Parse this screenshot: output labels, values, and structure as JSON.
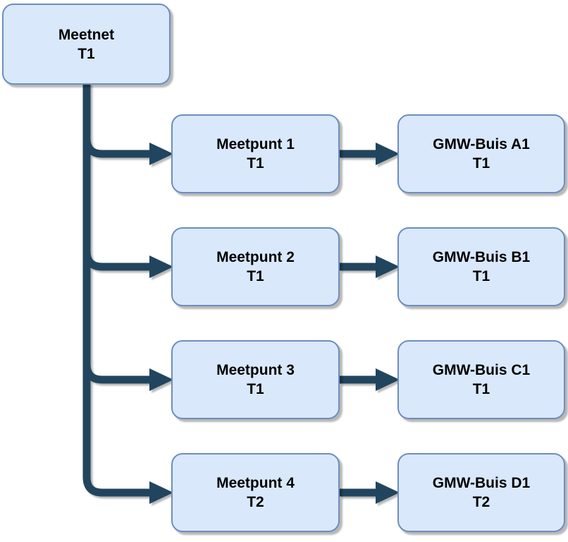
{
  "diagram": {
    "type": "tree-flowchart",
    "background": "#ffffff",
    "colors": {
      "node_fill": "#dae8fc",
      "node_border": "#6c8ebf",
      "connector": "#21455e",
      "text": "#000000"
    },
    "root": {
      "title": "Meetnet",
      "subtitle": "T1"
    },
    "rows": [
      {
        "meetpunt": {
          "title": "Meetpunt 1",
          "subtitle": "T1"
        },
        "gmwbuis": {
          "title": "GMW-Buis A1",
          "subtitle": "T1"
        }
      },
      {
        "meetpunt": {
          "title": "Meetpunt 2",
          "subtitle": "T1"
        },
        "gmwbuis": {
          "title": "GMW-Buis B1",
          "subtitle": "T1"
        }
      },
      {
        "meetpunt": {
          "title": "Meetpunt 3",
          "subtitle": "T1"
        },
        "gmwbuis": {
          "title": "GMW-Buis C1",
          "subtitle": "T1"
        }
      },
      {
        "meetpunt": {
          "title": "Meetpunt 4",
          "subtitle": "T2"
        },
        "gmwbuis": {
          "title": "GMW-Buis D1",
          "subtitle": "T2"
        }
      }
    ],
    "edges": [
      {
        "from": "Meetnet",
        "to": "Meetpunt 1"
      },
      {
        "from": "Meetnet",
        "to": "Meetpunt 2"
      },
      {
        "from": "Meetnet",
        "to": "Meetpunt 3"
      },
      {
        "from": "Meetnet",
        "to": "Meetpunt 4"
      },
      {
        "from": "Meetpunt 1",
        "to": "GMW-Buis A1"
      },
      {
        "from": "Meetpunt 2",
        "to": "GMW-Buis B1"
      },
      {
        "from": "Meetpunt 3",
        "to": "GMW-Buis C1"
      },
      {
        "from": "Meetpunt 4",
        "to": "GMW-Buis D1"
      }
    ]
  }
}
